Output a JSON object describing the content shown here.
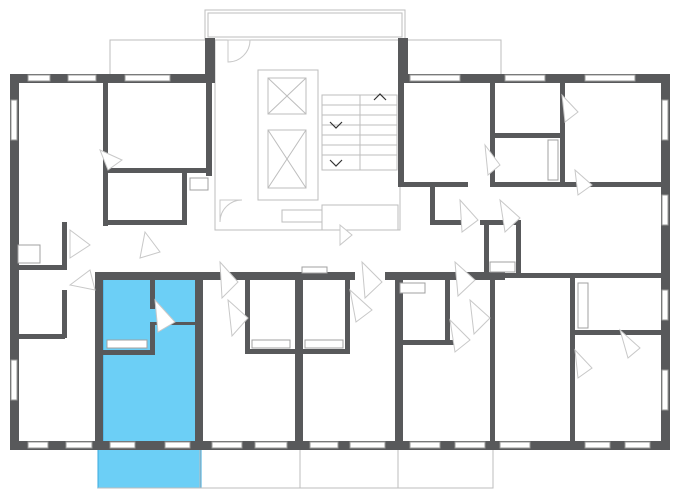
{
  "plan": {
    "colors": {
      "background": "#ffffff",
      "wall": "#58595b",
      "thin_line": "#bdbdbd",
      "highlight_fill": "#6ccff6",
      "highlight_stroke": "#3aa9dd"
    },
    "units": [
      {
        "id": "unit-1",
        "selected": false
      },
      {
        "id": "unit-2",
        "selected": false
      },
      {
        "id": "unit-3",
        "selected": true
      },
      {
        "id": "unit-4",
        "selected": false
      },
      {
        "id": "unit-5",
        "selected": false
      },
      {
        "id": "unit-6",
        "selected": false
      },
      {
        "id": "unit-7",
        "selected": false
      },
      {
        "id": "unit-8",
        "selected": false
      },
      {
        "id": "unit-9",
        "selected": false
      },
      {
        "id": "unit-10",
        "selected": false
      }
    ],
    "icons": [
      "elevator-icon",
      "stair-direction-icon",
      "door-swing-icon",
      "bathtub-icon"
    ]
  }
}
